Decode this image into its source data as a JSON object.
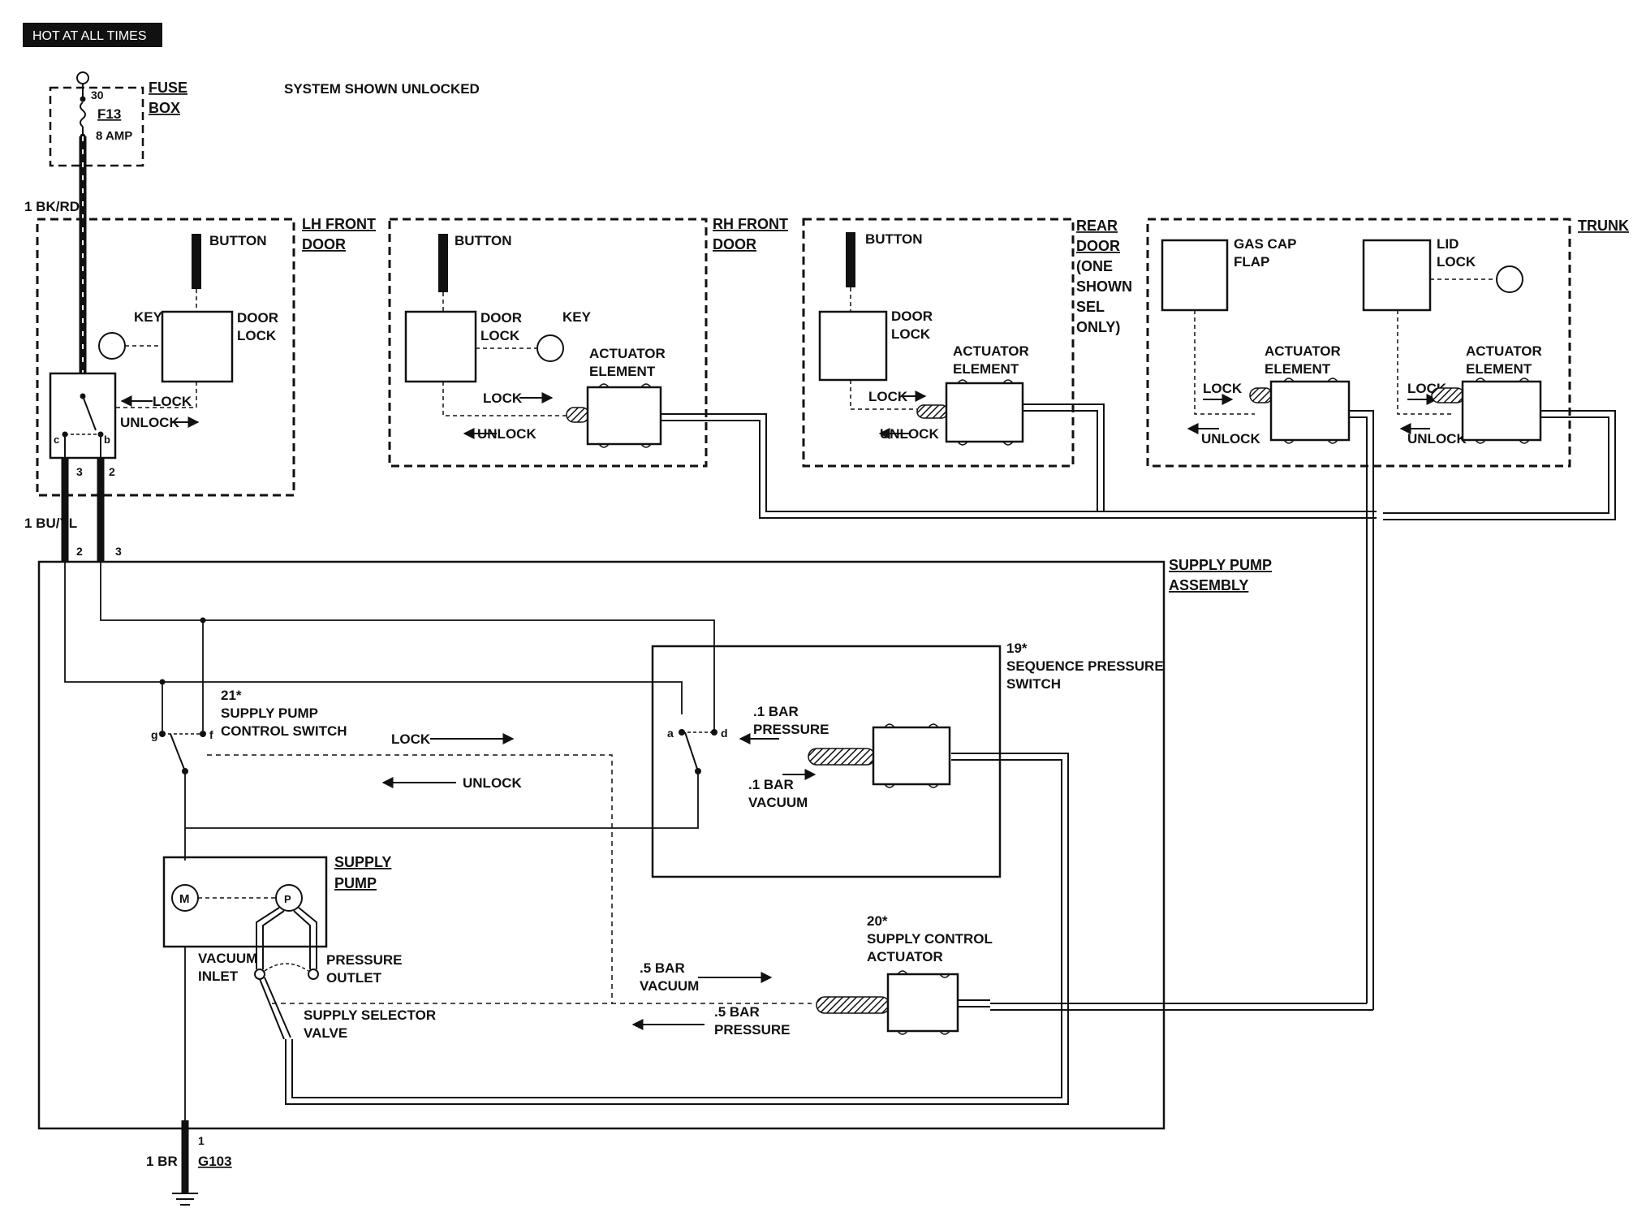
{
  "header": {
    "hot_label": "HOT AT ALL TIMES",
    "system_state": "SYSTEM SHOWN UNLOCKED"
  },
  "fuse": {
    "terminal": "30",
    "fuse_id": "F13",
    "rating": "8 AMP",
    "box_label_1": "FUSE",
    "box_label_2": "BOX"
  },
  "wires": {
    "main": "1 BK/RD",
    "bu_yl": "1 BU/YL",
    "ground_wire": "1 BR",
    "ground_id": "G103",
    "ground_pin": "1",
    "pin_2": "2",
    "pin_3": "3"
  },
  "lh_front_door": {
    "title_1": "LH FRONT",
    "title_2": "DOOR",
    "button": "BUTTON",
    "key": "KEY",
    "door": "DOOR",
    "lock": "LOCK",
    "lock_arrow": "LOCK",
    "unlock_arrow": "UNLOCK",
    "contact_c": "c",
    "contact_b": "b",
    "pin_3": "3",
    "pin_2": "2"
  },
  "rh_front_door": {
    "title_1": "RH FRONT",
    "title_2": "DOOR",
    "button": "BUTTON",
    "door": "DOOR",
    "lock": "LOCK",
    "key": "KEY",
    "actuator_1": "ACTUATOR",
    "actuator_2": "ELEMENT",
    "lock_arrow": "LOCK",
    "unlock_arrow": "UNLOCK"
  },
  "rear_door": {
    "title_1": "REAR",
    "title_2": "DOOR",
    "title_3": "(ONE",
    "title_4": "SHOWN",
    "title_5": "SEL",
    "title_6": "ONLY)",
    "button": "BUTTON",
    "door": "DOOR",
    "lock": "LOCK",
    "actuator_1": "ACTUATOR",
    "actuator_2": "ELEMENT",
    "lock_arrow": "LOCK",
    "unlock_arrow": "UNLOCK"
  },
  "trunk": {
    "title": "TRUNK",
    "gas_cap_1": "GAS CAP",
    "gas_cap_2": "FLAP",
    "lid_1": "LID",
    "lid_2": "LOCK",
    "actuator_1": "ACTUATOR",
    "actuator_2": "ELEMENT",
    "actuator_b1": "ACTUATOR",
    "actuator_b2": "ELEMENT",
    "lock_a": "LOCK",
    "unlock_a": "UNLOCK",
    "lock_b": "LOCK",
    "unlock_b": "UNLOCK"
  },
  "supply_pump_assembly": {
    "title_1": "SUPPLY PUMP",
    "title_2": "ASSEMBLY",
    "control_switch_num": "21*",
    "control_switch_1": "SUPPLY PUMP",
    "control_switch_2": "CONTROL SWITCH",
    "contact_g": "g",
    "contact_f": "f",
    "lock_flow": "LOCK",
    "unlock_flow": "UNLOCK",
    "seq_num": "19*",
    "seq_1": "SEQUENCE PRESSURE",
    "seq_2": "SWITCH",
    "contact_a": "a",
    "contact_d": "d",
    "p01_1": ".1 BAR",
    "p01_2": "PRESSURE",
    "v01_1": ".1 BAR",
    "v01_2": "VACUUM",
    "pump_1": "SUPPLY",
    "pump_2": "PUMP",
    "motor": "M",
    "pump_p": "P",
    "vacuum_1": "VACUUM",
    "vacuum_2": "INLET",
    "pressure_1": "PRESSURE",
    "pressure_2": "OUTLET",
    "selector_1": "SUPPLY SELECTOR",
    "selector_2": "VALVE",
    "ctrl_num": "20*",
    "ctrl_1": "SUPPLY CONTROL",
    "ctrl_2": "ACTUATOR",
    "v05_1": ".5 BAR",
    "v05_2": "VACUUM",
    "p05_1": ".5 BAR",
    "p05_2": "PRESSURE"
  }
}
